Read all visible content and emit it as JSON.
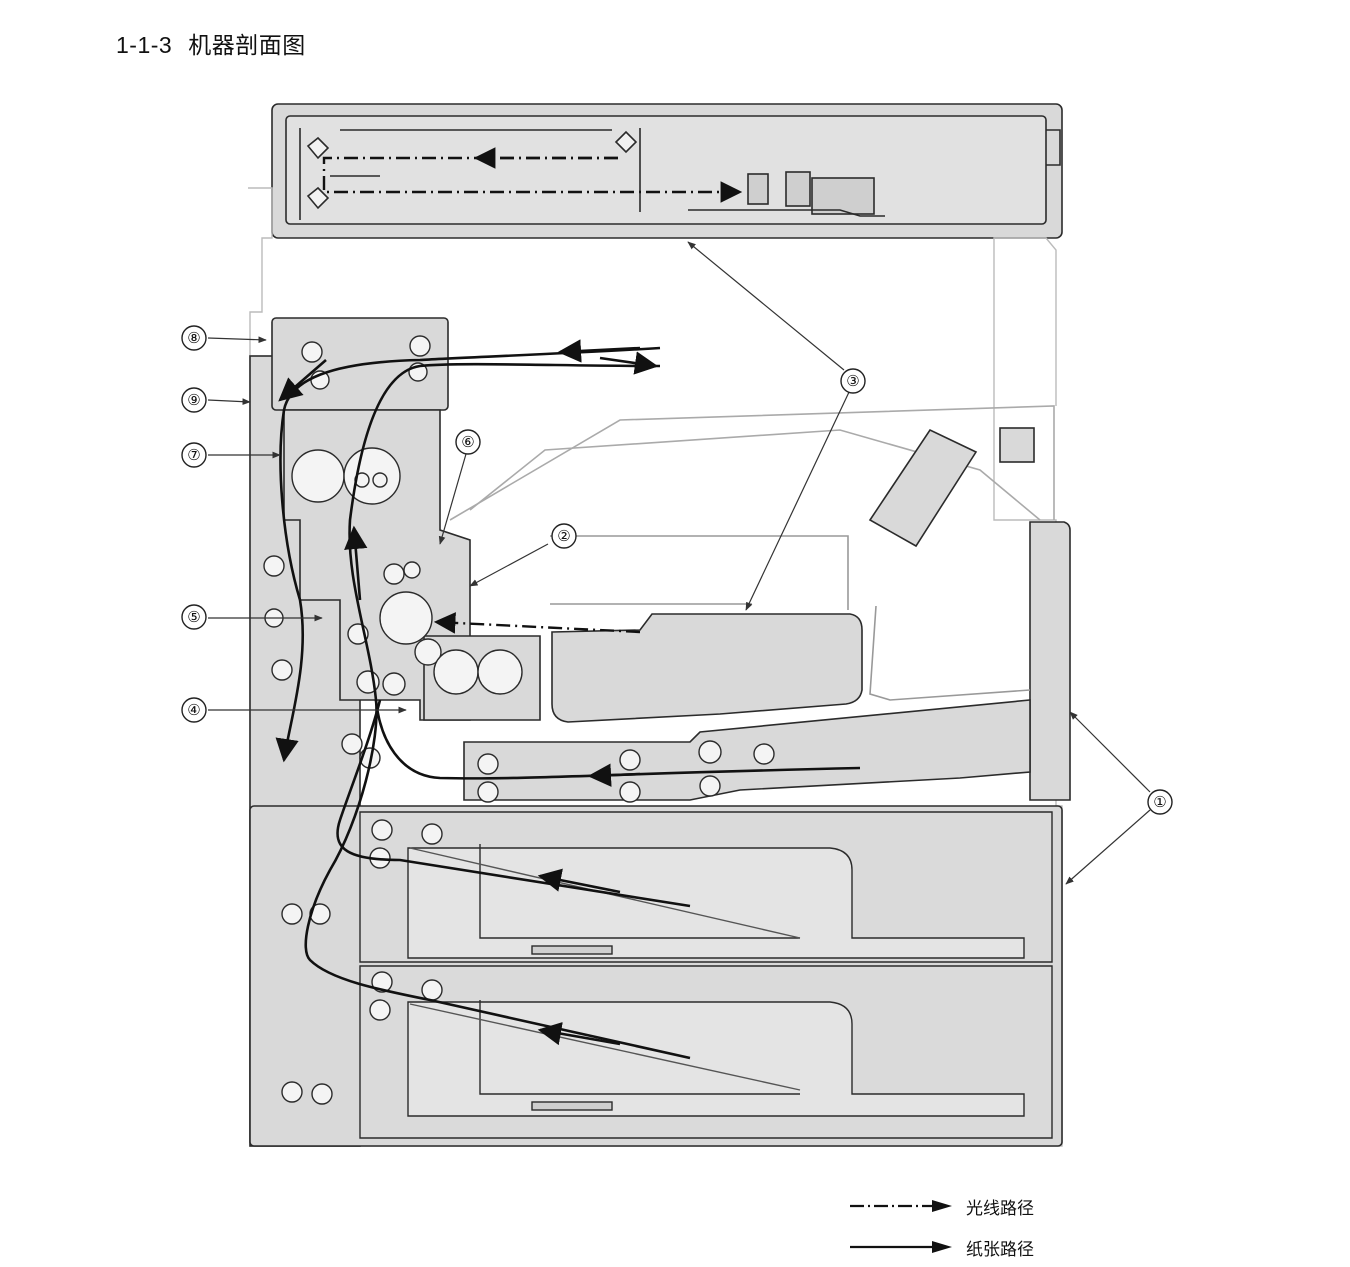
{
  "heading": {
    "number": "1-1-3",
    "title": "机器剖面图"
  },
  "callouts": [
    "①",
    "②",
    "③",
    "④",
    "⑤",
    "⑥",
    "⑦",
    "⑧",
    "⑨"
  ],
  "legend": {
    "light_path": "光线路径",
    "paper_path": "纸张路径"
  },
  "colors": {
    "body_fill": "#d9d9d9",
    "line": "#2b2b2b",
    "path": "#111111",
    "background": "#ffffff"
  }
}
